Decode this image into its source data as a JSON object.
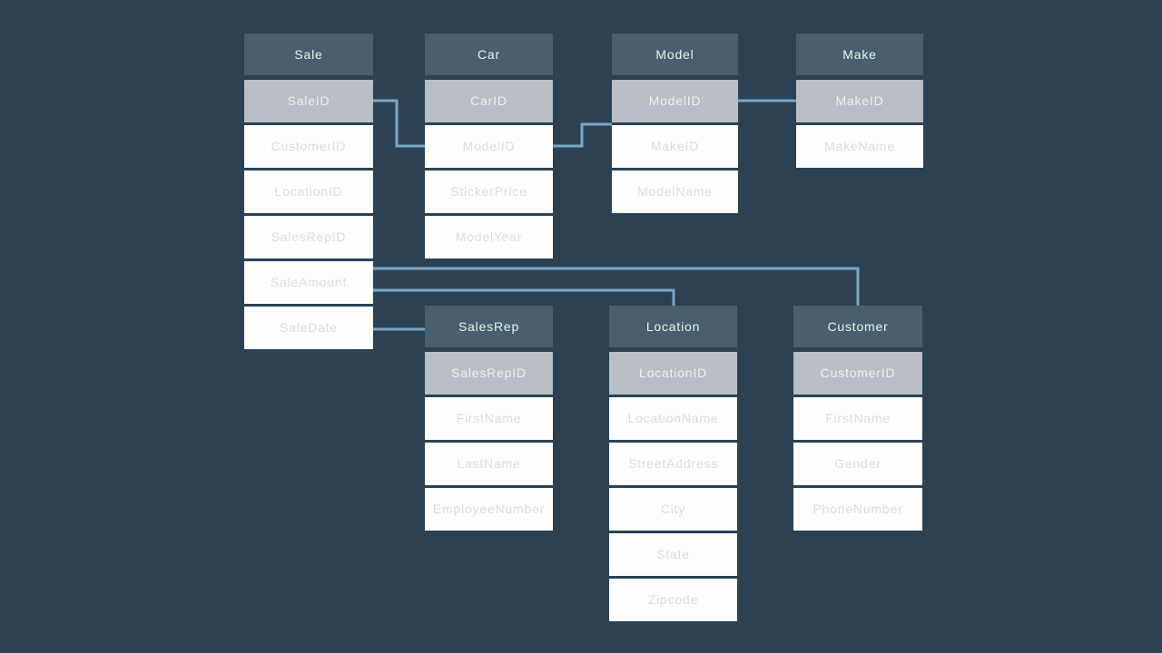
{
  "diagram": {
    "type": "entity-relationship-schema",
    "subject": "Car dealership sales database",
    "colors": {
      "background": "#2b4254",
      "header_bg": "#475f6e",
      "header_text": "#eef1f3",
      "key_row_bg": "#b9bec4",
      "key_row_text": "#eff1f3",
      "row_bg": "#fdfdfd",
      "row_text": "#d8dbde",
      "connector": "#79a7c7"
    },
    "tables": [
      {
        "name": "Sale",
        "fields": [
          {
            "label": "SaleID",
            "key": true
          },
          {
            "label": "CustomerID"
          },
          {
            "label": "LocationID"
          },
          {
            "label": "SalesRepID"
          },
          {
            "label": "SaleAmount"
          },
          {
            "label": "SaleDate"
          }
        ]
      },
      {
        "name": "Car",
        "fields": [
          {
            "label": "CarID",
            "key": true
          },
          {
            "label": "ModelID"
          },
          {
            "label": "StickerPrice"
          },
          {
            "label": "ModelYear"
          }
        ]
      },
      {
        "name": "Model",
        "fields": [
          {
            "label": "ModelID",
            "key": true
          },
          {
            "label": "MakeID"
          },
          {
            "label": "ModelName"
          }
        ]
      },
      {
        "name": "Make",
        "fields": [
          {
            "label": "MakeID",
            "key": true
          },
          {
            "label": "MakeName"
          }
        ]
      },
      {
        "name": "SalesRep",
        "fields": [
          {
            "label": "SalesRepID",
            "key": true
          },
          {
            "label": "FirstName"
          },
          {
            "label": "LastName"
          },
          {
            "label": "EmployeeNumber"
          }
        ]
      },
      {
        "name": "Location",
        "fields": [
          {
            "label": "LocationID",
            "key": true
          },
          {
            "label": "LocationName"
          },
          {
            "label": "StreetAddress"
          },
          {
            "label": "City"
          },
          {
            "label": "State"
          },
          {
            "label": "Zipcode"
          }
        ]
      },
      {
        "name": "Customer",
        "fields": [
          {
            "label": "CustomerID",
            "key": true
          },
          {
            "label": "FirstName"
          },
          {
            "label": "Gender"
          },
          {
            "label": "PhoneNumber"
          }
        ]
      }
    ],
    "relationships": [
      {
        "from": "Sale.SaleID",
        "to": "Car.ModelID"
      },
      {
        "from": "Car.ModelID",
        "to": "Model"
      },
      {
        "from": "Model.ModelID",
        "to": "Make.MakeID"
      },
      {
        "from": "Sale",
        "to": "Customer"
      },
      {
        "from": "Sale",
        "to": "Location"
      },
      {
        "from": "Sale.SaleDate",
        "to": "SalesRep"
      }
    ]
  }
}
